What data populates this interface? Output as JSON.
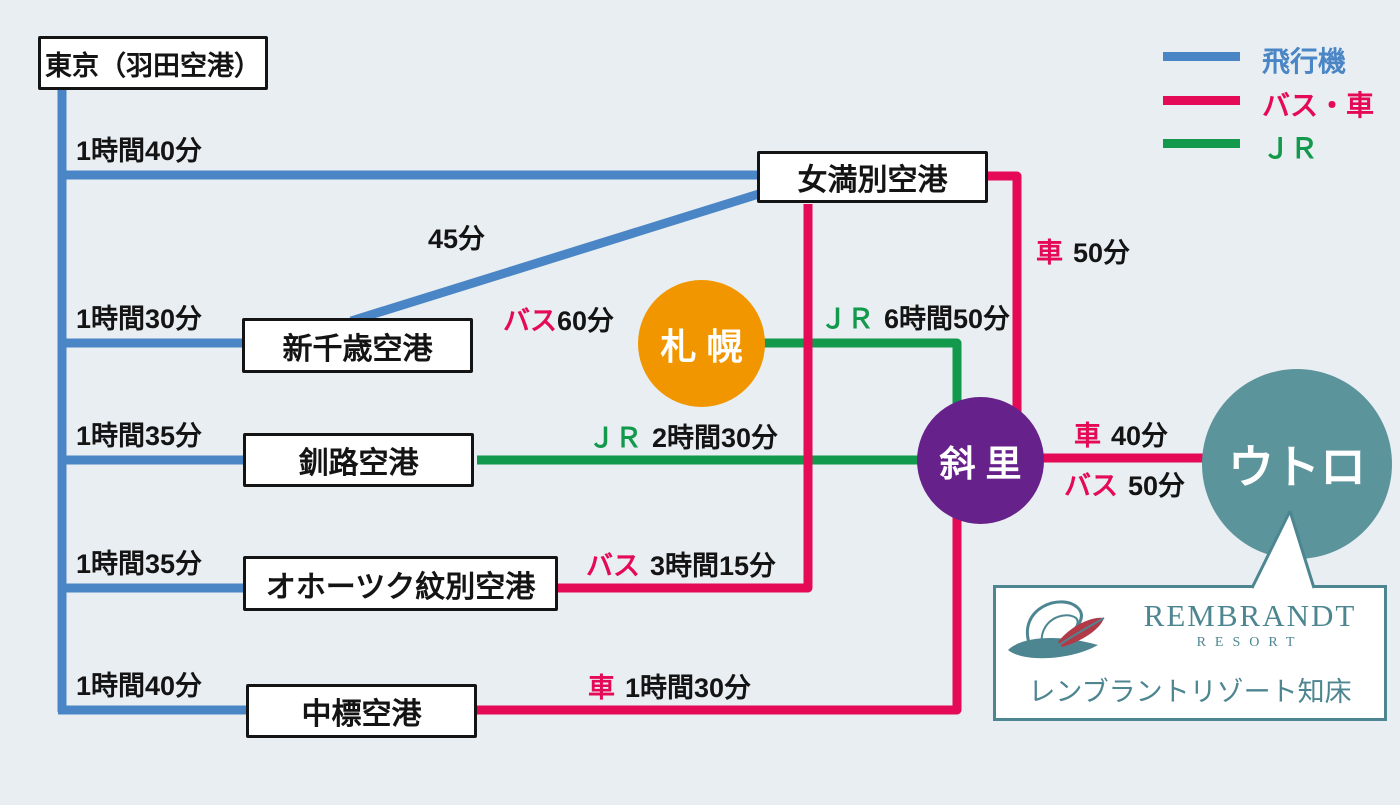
{
  "legend": {
    "items": [
      {
        "label": "飛行機",
        "mode_key": "flight"
      },
      {
        "label": "バス・車",
        "mode_key": "bus_car"
      },
      {
        "label": "ＪＲ",
        "mode_key": "jr"
      }
    ]
  },
  "nodes": {
    "tokyo": {
      "label": "東京（羽田空港）"
    },
    "memanbetsu": {
      "label": "女満別空港"
    },
    "chitose": {
      "label": "新千歳空港"
    },
    "kushiro": {
      "label": "釧路空港"
    },
    "monbetsu": {
      "label": "オホーツク紋別空港"
    },
    "nakashibetsu": {
      "label": "中標空港"
    },
    "sapporo": {
      "label": "札 幌"
    },
    "shari": {
      "label": "斜 里"
    },
    "utoro": {
      "label": "ウトロ"
    }
  },
  "routes": {
    "tokyo_memanbetsu": {
      "mode": "飛行機",
      "duration": "1時間40分"
    },
    "tokyo_chitose": {
      "mode": "飛行機",
      "duration": "1時間30分"
    },
    "tokyo_kushiro": {
      "mode": "飛行機",
      "duration": "1時間35分"
    },
    "tokyo_monbetsu": {
      "mode": "飛行機",
      "duration": "1時間35分"
    },
    "tokyo_nakashibetsu": {
      "mode": "飛行機",
      "duration": "1時間40分"
    },
    "memanbetsu_chitose": {
      "mode": "飛行機",
      "duration": "45分"
    },
    "chitose_sapporo": {
      "mode": "バス",
      "duration": "60分"
    },
    "sapporo_shari": {
      "mode": "ＪＲ",
      "duration": "6時間50分"
    },
    "memanbetsu_shari_car": {
      "mode": "車",
      "duration": "50分"
    },
    "kushiro_shari": {
      "mode": "ＪＲ",
      "duration": "2時間30分"
    },
    "monbetsu_memanbetsu": {
      "mode": "バス",
      "duration": "3時間15分"
    },
    "nakashibetsu_shari": {
      "mode": "車",
      "duration": "1時間30分"
    },
    "shari_utoro_car": {
      "mode": "車",
      "duration": "40分"
    },
    "shari_utoro_bus": {
      "mode": "バス",
      "duration": "50分"
    }
  },
  "resort": {
    "brand": "REMBRANDT",
    "brand_sub": "RESORT",
    "name_ja": "レンブラントリゾート知床"
  },
  "colors": {
    "background": "#e8eef1",
    "flight": "#4a86c6",
    "bus_car": "#e50a55",
    "jr": "#12994b",
    "sapporo": "#f29600",
    "shari": "#67218a",
    "utoro": "#5b949a",
    "rembrandt": "#4d8691"
  }
}
